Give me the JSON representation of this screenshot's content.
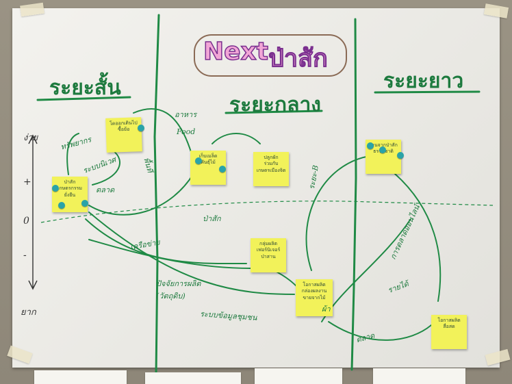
{
  "title": {
    "next": "Next",
    "thai": "ป่าสัก"
  },
  "columns": {
    "short": "ระยะสั้น",
    "medium": "ระยะกลาง",
    "long": "ระยะยาว"
  },
  "axis": {
    "top": "ง่าย",
    "plus": "+",
    "zero": "0",
    "minus": "-",
    "bottom": "ยาก"
  },
  "notes": {
    "n1": "โดออกเดินไป\nซื้อย้อ",
    "n2": "ป่าสัก\nเกษตรกรรม\nยั่งยืน",
    "n3": "เก็บเมล็ด\nพันธุ์ไม้",
    "n4": "ปลูกผัก\nร่วมกับ\nเกษตรเมืองจิต",
    "n5": "กลุ่มผลิต\nเฟอร์นิเจอร์\nป่าสาน",
    "n6": "โอกาสผลิต\nกล่องผลงาน\nขายจากไม้",
    "n7": "ร้านจากป่าสัก\nธรรมชาติ",
    "n8": "โอกาสผลิต\nสื่อสด"
  },
  "labels": {
    "l1": "ทรัพยากร",
    "l2": "อาหาร",
    "l3": "Food",
    "l4": "ตลาด",
    "l5": "พื้นที่",
    "l6": "ป่าสัก",
    "l7": "เครือข่าย",
    "l8": "ระบบนิเวศ",
    "l9": "ปัจจัยการผลิต\n(วัตถุดิบ)",
    "l10": "ระบบข้อมูลชุมชน",
    "l11": "ระยะ-B",
    "l12": "การตลาดออนไลน์",
    "l13": "รายได้",
    "l14": "ตลาด",
    "l15": "ผ้า"
  }
}
